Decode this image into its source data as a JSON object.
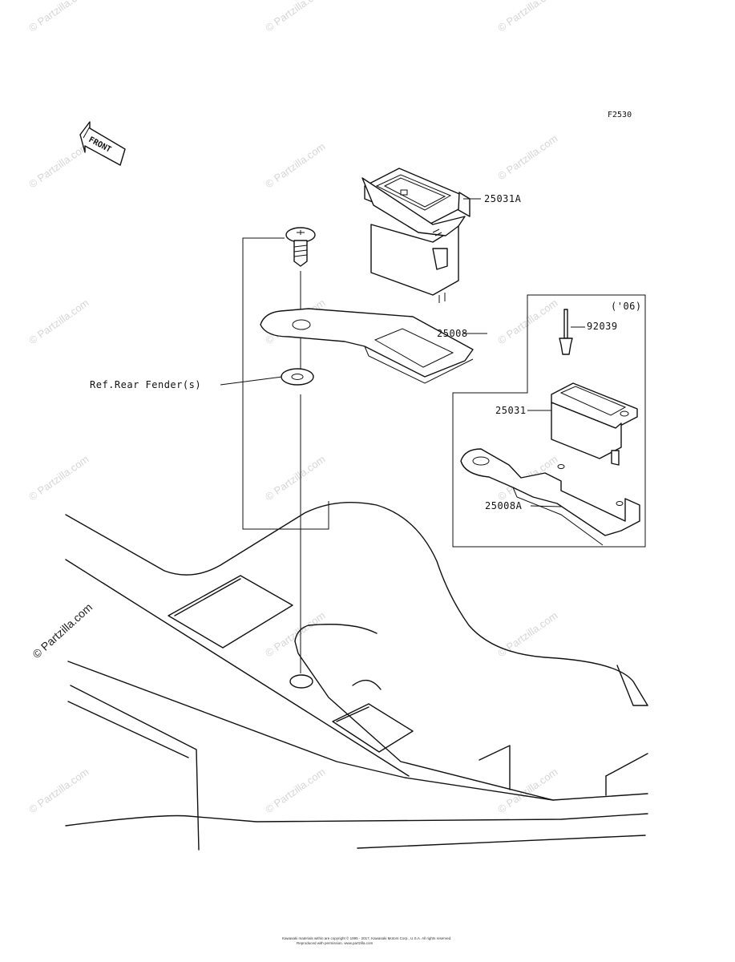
{
  "diagram": {
    "figure_code": "F2530",
    "front_marker": "FRONT",
    "version_note": "('06)",
    "reference_label": "Ref.Rear Fender(s)",
    "parts": [
      {
        "number": "25031A"
      },
      {
        "number": "25008"
      },
      {
        "number": "92039"
      },
      {
        "number": "25031"
      },
      {
        "number": "25008A"
      }
    ],
    "watermarks": [
      "© Partzilla.com"
    ],
    "footer_line_1": "Kawasaki materials within are copyright © 1995 - 2017, Kawasaki Motors Corp., U.S.A. All rights reserved.",
    "footer_line_2": "Reproduced with permission. www.partzilla.com"
  }
}
